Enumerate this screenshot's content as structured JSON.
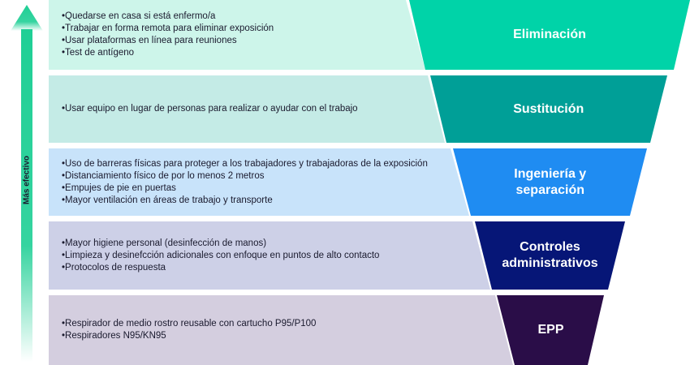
{
  "axis": {
    "label": "Más efectivo"
  },
  "levels": [
    {
      "label": "Eliminación",
      "items": [
        "•Quedarse en casa si está enfermo/a",
        "•Trabajar en forma remota para eliminar exposición",
        "•Usar plataformas en línea para reuniones",
        "•Test de antígeno"
      ],
      "band_color": "#cdf5ea",
      "funnel_color": "#00d3a8"
    },
    {
      "label": "Sustitución",
      "items": [
        "•Usar equipo en lugar de personas para realizar o ayudar con el trabajo"
      ],
      "band_color": "#c4ebe6",
      "funnel_color": "#009f97"
    },
    {
      "label": "Ingeniería y\nseparación",
      "items": [
        "•Uso de barreras físicas para proteger a los trabajadores y trabajadoras de la exposición",
        "•Distanciamiento físico de por lo menos 2 metros",
        "•Empujes de pie en puertas",
        "•Mayor ventilación en áreas de trabajo y transporte"
      ],
      "band_color": "#c8e3fa",
      "funnel_color": "#1f8cf2"
    },
    {
      "label": "Controles\nadministrativos",
      "items": [
        "•Mayor higiene personal (desinfección de manos)",
        "•Limpieza y desinefcción adicionales con enfoque en puntos de alto contacto",
        "•Protocolos de respuesta"
      ],
      "band_color": "#cdd0e7",
      "funnel_color": "#061677"
    },
    {
      "label": "EPP",
      "items": [
        "•Respirador de medio rostro reusable con cartucho P95/P100",
        "•Respiradores N95/KN95"
      ],
      "band_color": "#d4cedf",
      "funnel_color": "#2a0d48"
    }
  ],
  "arrow_color": "#1fcf95"
}
